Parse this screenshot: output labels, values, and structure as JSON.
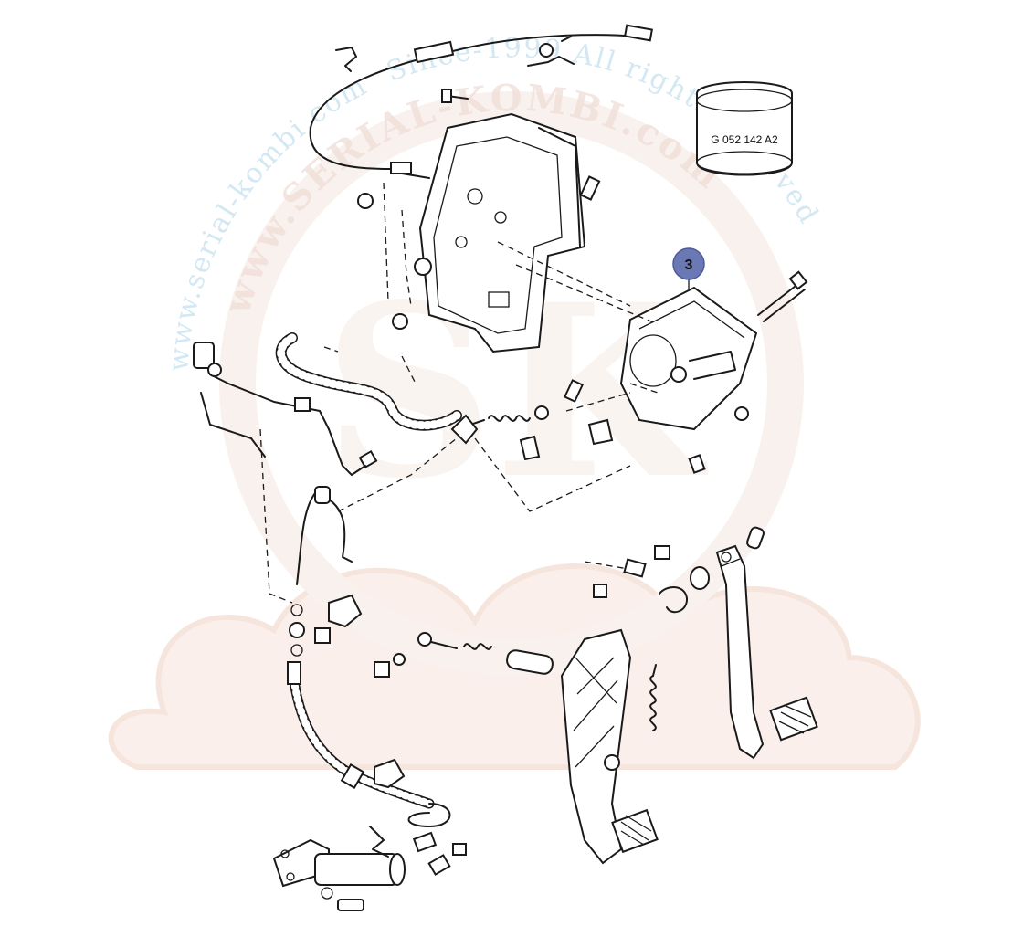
{
  "watermark": {
    "url_text": "www.serial-kombi.com",
    "url_text_large": "www.SERIAL-KOMBI.com",
    "rights_text": "Since-1999 All rights reserved",
    "logo_letters": "SK",
    "color": "#cfe6f2",
    "logo_color": "#f3d8cc"
  },
  "part_callout": {
    "number": "3",
    "color": "#6b78b6"
  },
  "sealant_tin": {
    "label": "G 052 142 A2"
  }
}
